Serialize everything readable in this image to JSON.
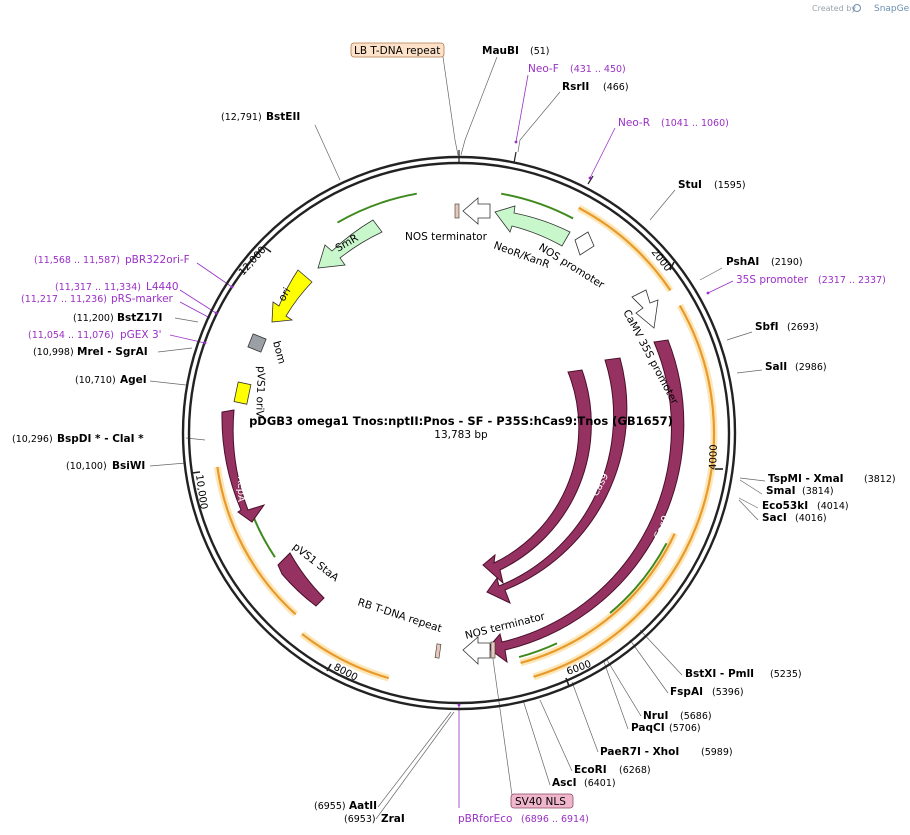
{
  "header": {
    "created_by": "Created by",
    "brand": "SnapGene"
  },
  "plasmid": {
    "name": "pDGB3 omega1 Tnos:nptII:Pnos - SF - P35S:hCas9:Tnos (GB1657)",
    "length": "13,783 bp"
  },
  "features": {
    "lb_tdna_repeat": "LB T-DNA repeat",
    "sv40_nls": "SV40 NLS",
    "nos_terminator_top": "NOS terminator",
    "nos_terminator_bottom": "NOS terminator",
    "nos_promoter": "NOS promoter",
    "neor_kanr": "NeoR/KanR",
    "camv_35s_promoter": "CaMV 35S promoter",
    "smr": "SmR",
    "ori": "ori",
    "bom": "bom",
    "pvs1_oriv": "pVS1 oriV",
    "pvs1_repa": "pVS1 RepA",
    "pvs1_staa": "pVS1 StaA",
    "rb_tdna_repeat": "RB T-DNA repeat",
    "cas9_1": "Cas9",
    "cas9_2": "Cas9",
    "cas9_3": "Cas9"
  },
  "ticks": {
    "t2000": "2000",
    "t4000": "4000",
    "t6000": "6000",
    "t8000": "8000",
    "t10000": "10,000",
    "t12000": "12,000"
  },
  "sites": {
    "maubi": {
      "name": "MauBI",
      "pos": "(51)"
    },
    "rsrii": {
      "name": "RsrII",
      "pos": "(466)"
    },
    "stui": {
      "name": "StuI",
      "pos": "(1595)"
    },
    "pshai": {
      "name": "PshAI",
      "pos": "(2190)"
    },
    "sbfi": {
      "name": "SbfI",
      "pos": "(2693)"
    },
    "sali": {
      "name": "SalI",
      "pos": "(2986)"
    },
    "tspmi_xmai": {
      "name": "TspMI  - XmaI",
      "pos": "(3812)"
    },
    "smai": {
      "name": "SmaI",
      "pos": "(3814)"
    },
    "eco53ki": {
      "name": "Eco53kI",
      "pos": "(4014)"
    },
    "saci": {
      "name": "SacI",
      "pos": "(4016)"
    },
    "bstxi_pmli": {
      "name": "BstXI  - PmlI",
      "pos": "(5235)"
    },
    "fspai": {
      "name": "FspAI",
      "pos": "(5396)"
    },
    "nrui": {
      "name": "NruI",
      "pos": "(5686)"
    },
    "paqci": {
      "name": "PaqCI",
      "pos": "(5706)"
    },
    "paer7i_xhoi": {
      "name": "PaeR7I  - XhoI",
      "pos": "(5989)"
    },
    "ecori": {
      "name": "EcoRI",
      "pos": "(6268)"
    },
    "asci": {
      "name": "AscI",
      "pos": "(6401)"
    },
    "aatii": {
      "name": "AatII",
      "pos": "(6955)"
    },
    "zrai": {
      "name": "ZraI",
      "pos": "(6953)"
    },
    "bsteii": {
      "name": "BstEII",
      "pos": "(12,791)"
    },
    "bstz17i": {
      "name": "BstZ17I",
      "pos": "(11,200)"
    },
    "mrei_sgrai": {
      "name": "MreI  - SgrAI",
      "pos": "(10,998)"
    },
    "agei": {
      "name": "AgeI",
      "pos": "(10,710)"
    },
    "bspdi_clai": {
      "name": "BspDI *  - ClaI *",
      "pos": "(10,296)"
    },
    "bsiwi": {
      "name": "BsiWI",
      "pos": "(10,100)"
    }
  },
  "primers": {
    "neo_f": {
      "name": "Neo-F",
      "range": "(431 .. 450)"
    },
    "neo_r": {
      "name": "Neo-R",
      "range": "(1041 .. 1060)"
    },
    "p35s": {
      "name": "35S promoter",
      "range": "(2317 .. 2337)"
    },
    "pbr322ori_f": {
      "name": "pBR322ori-F",
      "range": "(11,568 .. 11,587)"
    },
    "l4440": {
      "name": "L4440",
      "range": "(11,317 .. 11,334)"
    },
    "prs_marker": {
      "name": "pRS-marker",
      "range": "(11,217 .. 11,236)"
    },
    "pgex3": {
      "name": "pGEX 3'",
      "range": "(11,054 .. 11,076)"
    },
    "pbrforeco": {
      "name": "pBRforEco",
      "range": "(6896 .. 6914)"
    }
  },
  "colors": {
    "feature_orf": "#953262",
    "feature_marker": "#c9f7cc",
    "feature_ori": "#ffff00",
    "primer": "#9a2fc7",
    "orf_arc": "#e89a2c",
    "orf_glow": "#fde7b8",
    "helper_arrow": "#3f8a1e"
  }
}
